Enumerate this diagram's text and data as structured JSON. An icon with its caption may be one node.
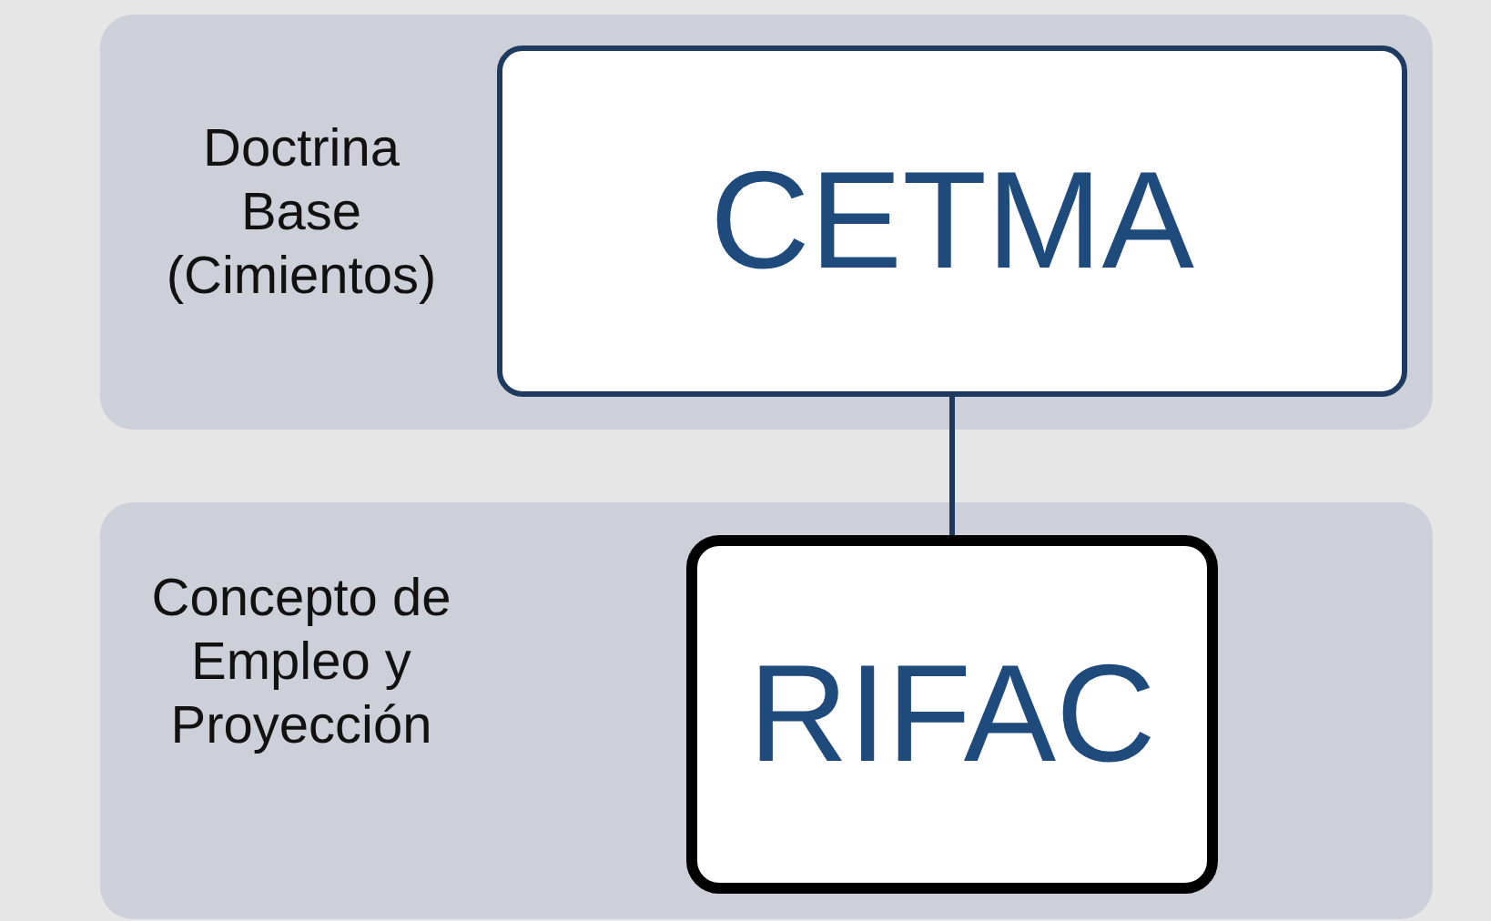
{
  "diagram": {
    "nodes": [
      {
        "text": [
          "Doctrina Base (Cimientos)"
        ]
      },
      {
        "text": [
          "CETMA"
        ],
        "in": 0
      },
      {
        "text": [
          "Concepto de Empleo y Proyección"
        ]
      },
      {
        "text": [
          "RIFAC"
        ],
        "in": 2
      }
    ],
    "edges": [
      {
        "from": 1,
        "to": 3,
        "arrow": "none"
      }
    ]
  }
}
